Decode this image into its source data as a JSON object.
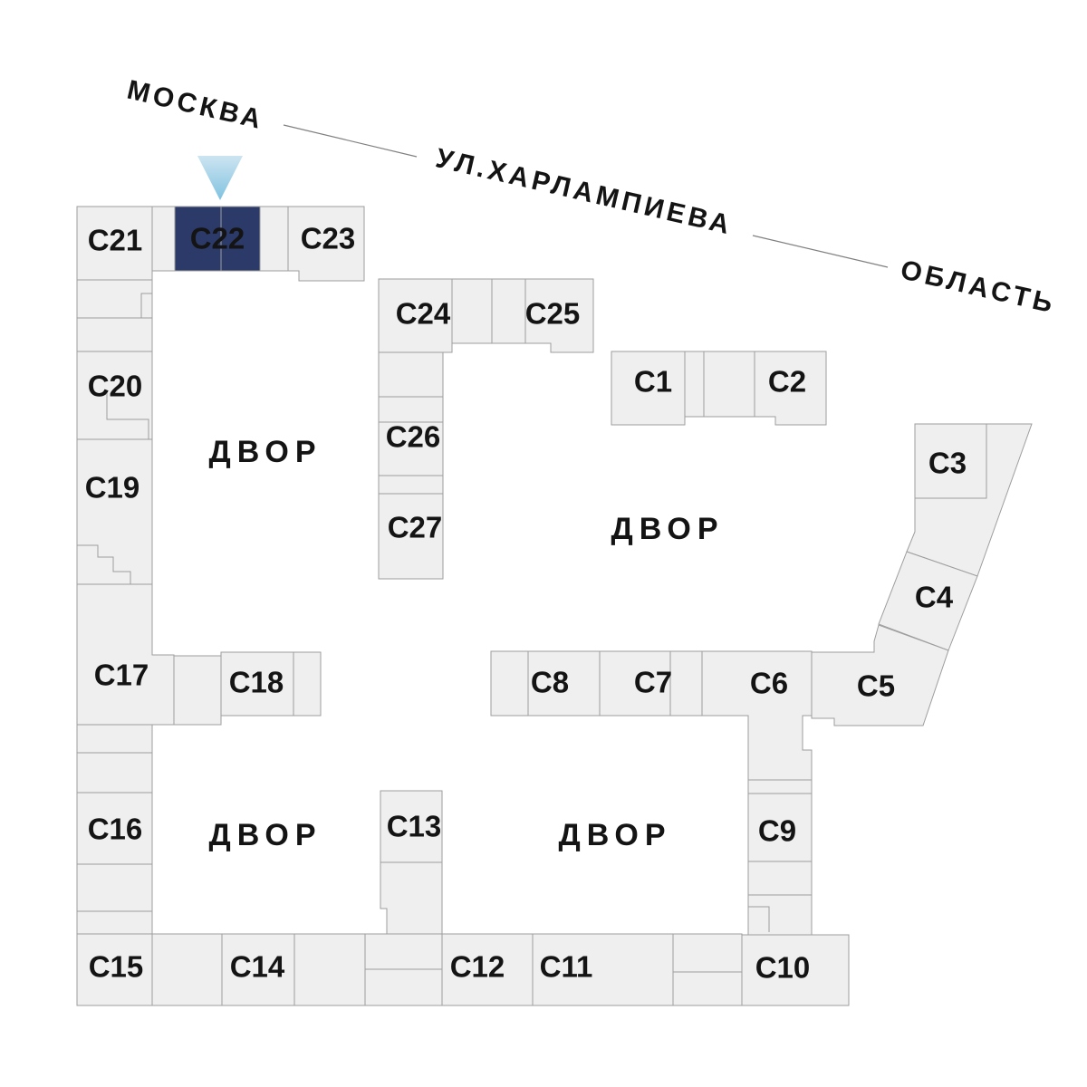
{
  "map": {
    "street_labels": [
      {
        "id": "moskva",
        "text": "МОСКВА"
      },
      {
        "id": "ul-kharlampieva",
        "text": "УЛ.ХАРЛАМПИЕВА"
      },
      {
        "id": "oblast",
        "text": "ОБЛАСТЬ"
      }
    ],
    "courtyard_label": "ДВОР",
    "selected_building": "С22",
    "buildings": [
      {
        "id": "c1",
        "label": "С1"
      },
      {
        "id": "c2",
        "label": "С2"
      },
      {
        "id": "c3",
        "label": "С3"
      },
      {
        "id": "c4",
        "label": "С4"
      },
      {
        "id": "c5",
        "label": "С5"
      },
      {
        "id": "c6",
        "label": "С6"
      },
      {
        "id": "c7",
        "label": "С7"
      },
      {
        "id": "c8",
        "label": "С8"
      },
      {
        "id": "c9",
        "label": "С9"
      },
      {
        "id": "c10",
        "label": "С10"
      },
      {
        "id": "c11",
        "label": "С11"
      },
      {
        "id": "c12",
        "label": "С12"
      },
      {
        "id": "c13",
        "label": "С13"
      },
      {
        "id": "c14",
        "label": "С14"
      },
      {
        "id": "c15",
        "label": "С15"
      },
      {
        "id": "c16",
        "label": "С16"
      },
      {
        "id": "c17",
        "label": "С17"
      },
      {
        "id": "c18",
        "label": "С18"
      },
      {
        "id": "c19",
        "label": "С19"
      },
      {
        "id": "c20",
        "label": "С20"
      },
      {
        "id": "c21",
        "label": "С21"
      },
      {
        "id": "c22",
        "label": "С22",
        "selected": true
      },
      {
        "id": "c23",
        "label": "С23"
      },
      {
        "id": "c24",
        "label": "С24"
      },
      {
        "id": "c25",
        "label": "С25"
      },
      {
        "id": "c26",
        "label": "С26"
      },
      {
        "id": "c27",
        "label": "С27"
      }
    ],
    "colors": {
      "background": "#ffffff",
      "building_fill": "#efefef",
      "building_stroke": "#9e9e9e",
      "selected_fill": "#2b3a68",
      "selected_text": "#ffffff",
      "label_text": "#141414",
      "street_line": "#808080",
      "marker_gradient_top": "#cde4f1",
      "marker_gradient_bottom": "#7fc2e0"
    }
  }
}
